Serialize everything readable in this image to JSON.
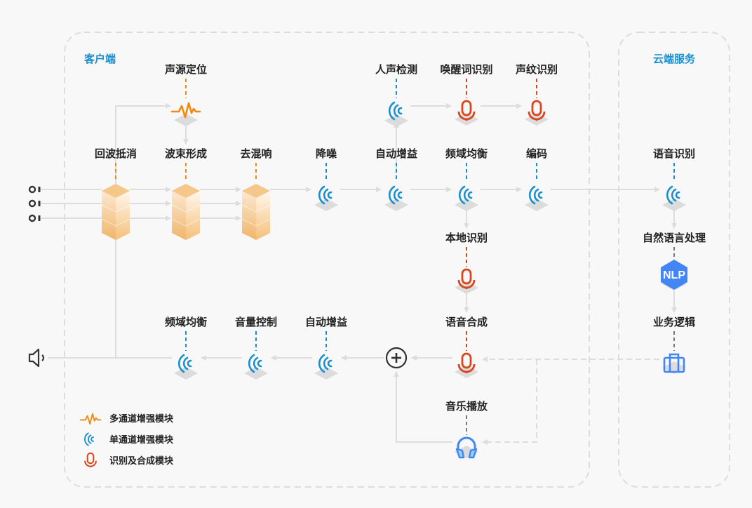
{
  "colors": {
    "background": "#f8f8f8",
    "section_title": "#1a8fd0",
    "multi_channel": "#f08a10",
    "single_channel": "#1a8fd0",
    "recognition": "#d9461e",
    "cloud_blue": "#4285f4",
    "line": "#dddddd",
    "text": "#222222"
  },
  "sections": {
    "client": "客户端",
    "cloud": "云端服务"
  },
  "nodes": {
    "source_localization": "声源定位",
    "echo_cancel": "回波抵消",
    "beamforming": "波束形成",
    "dereverb": "去混响",
    "denoise": "降噪",
    "agc_top": "自动增益",
    "eq_top": "频域均衡",
    "encode": "编码",
    "vad": "人声检测",
    "wakeword": "唤醒词识别",
    "voiceprint": "声纹识别",
    "local_asr": "本地识别",
    "tts": "语音合成",
    "music": "音乐播放",
    "eq_bottom": "频域均衡",
    "volume": "音量控制",
    "agc_bottom": "自动增益",
    "cloud_asr": "语音识别",
    "nlp": "自然语言处理",
    "nlp_badge": "NLP",
    "business": "业务逻辑"
  },
  "legend": [
    {
      "icon": "multi-channel-wave-icon",
      "label": "多通道增强模块"
    },
    {
      "icon": "single-channel-wave-icon",
      "label": "单通道增强模块"
    },
    {
      "icon": "microphone-icon",
      "label": "识别及合成模块"
    }
  ]
}
